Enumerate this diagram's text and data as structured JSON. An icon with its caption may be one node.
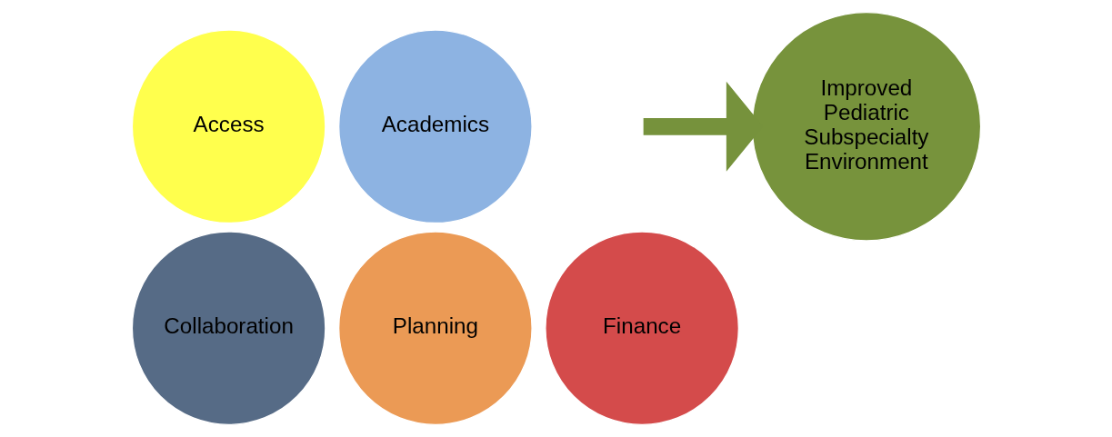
{
  "diagram": {
    "nodes": [
      {
        "text": [
          "Access"
        ]
      },
      {
        "text": [
          "Academics"
        ]
      },
      {
        "text": [
          "Collaboration"
        ]
      },
      {
        "text": [
          "Planning"
        ]
      },
      {
        "text": [
          "Finance"
        ]
      },
      {
        "text": [
          "Improved Pediatric Subspecialty Environment"
        ]
      }
    ],
    "edges": [
      {
        "from": null,
        "to": 5,
        "arrow": "to"
      }
    ]
  }
}
